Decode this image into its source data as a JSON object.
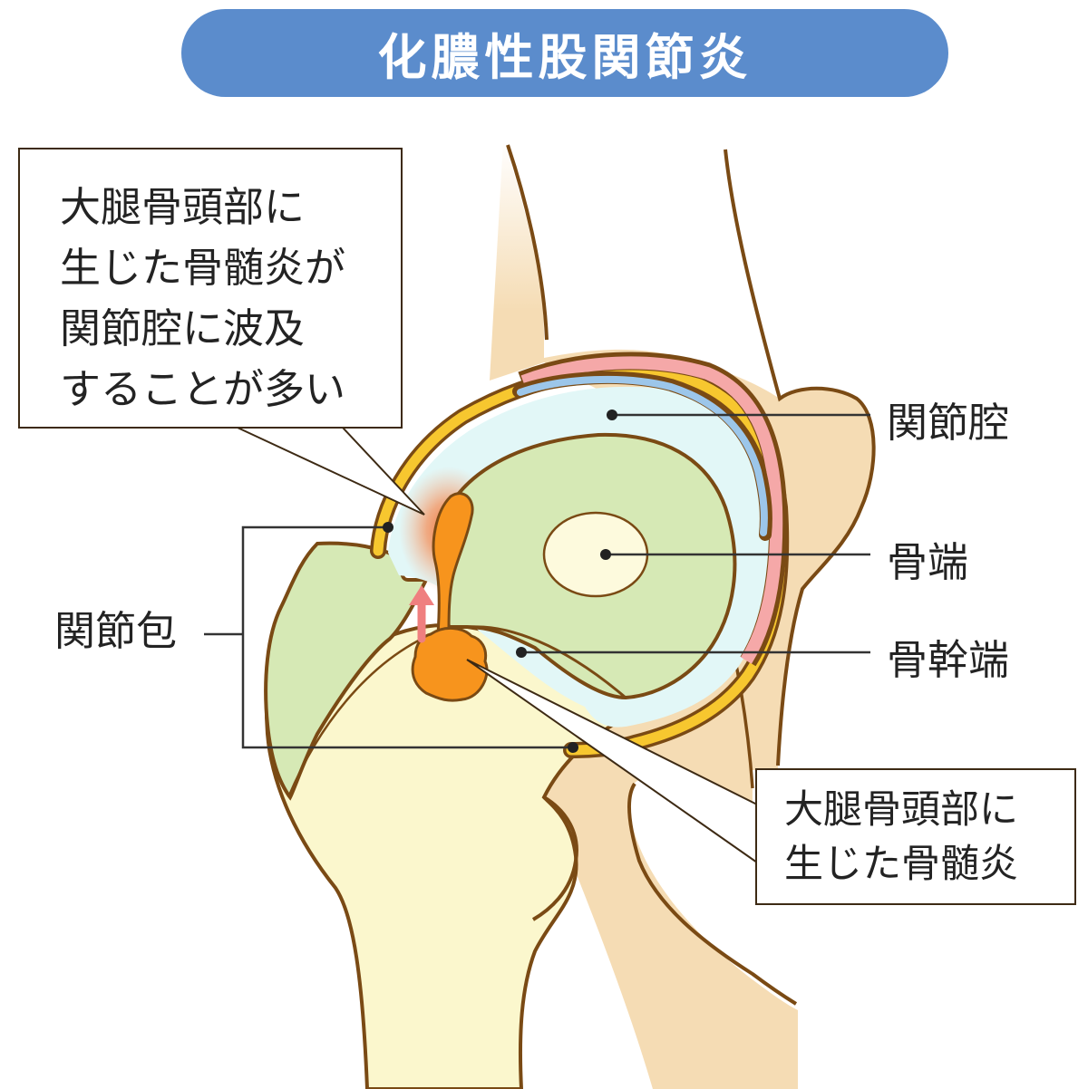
{
  "title": "化膿性股関節炎",
  "callouts": {
    "top": [
      "大腿骨頭部に",
      "生じた骨髄炎が",
      "関節腔に波及",
      "することが多い"
    ],
    "bottom": [
      "大腿骨頭部に",
      "生じた骨髄炎"
    ]
  },
  "labels": {
    "joint_cavity": "関節腔",
    "epiphysis": "骨端",
    "metaphysis": "骨幹端",
    "joint_capsule": "関節包"
  },
  "colors": {
    "title_bg": "#5b8ccc",
    "outline": "#7a4a14",
    "pelvis": "#f5dcb4",
    "femur": "#fbf7cd",
    "head": "#d6e9b5",
    "cavity": "#e2f7f7",
    "capsule": "#f7c72f",
    "cartilage_pink": "#f5a8a8",
    "labrum_blue": "#9cc6ea",
    "abscess": "#f7941d",
    "arrow": "#ef7f7f"
  }
}
